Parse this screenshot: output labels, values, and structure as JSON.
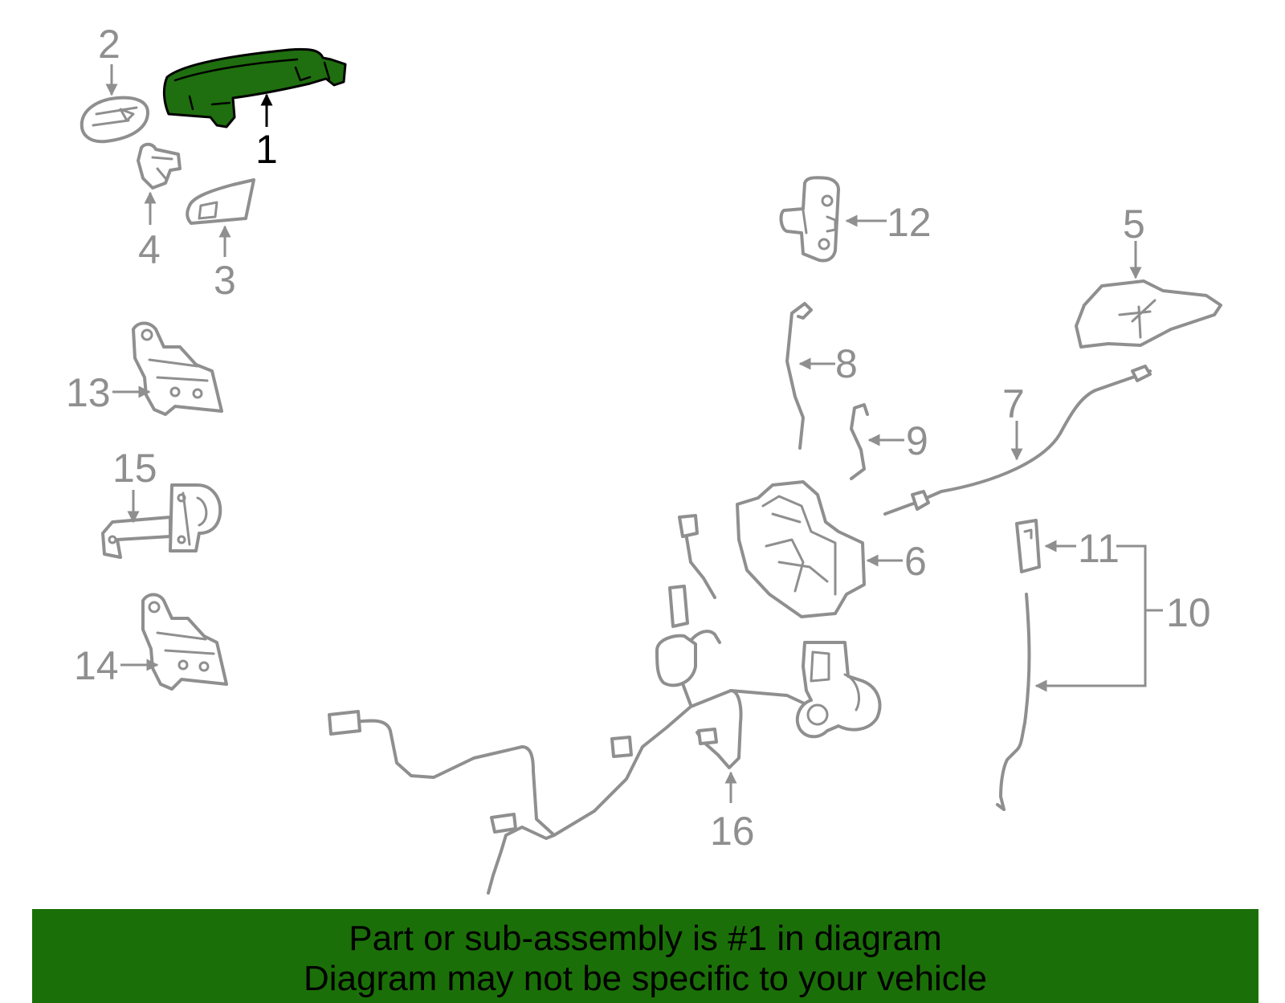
{
  "callouts": {
    "c1": "1",
    "c2": "2",
    "c3": "3",
    "c4": "4",
    "c5": "5",
    "c6": "6",
    "c7": "7",
    "c8": "8",
    "c9": "9",
    "c10": "10",
    "c11": "11",
    "c12": "12",
    "c13": "13",
    "c14": "14",
    "c15": "15",
    "c16": "16"
  },
  "highlighted_part": "1",
  "colors": {
    "highlight": "#1f6e0f",
    "line": "#8f8f8f",
    "banner": "#1b6f08"
  },
  "banner": {
    "line1": "Part or sub-assembly is #1 in diagram",
    "line2": "Diagram may not be specific to your vehicle"
  }
}
